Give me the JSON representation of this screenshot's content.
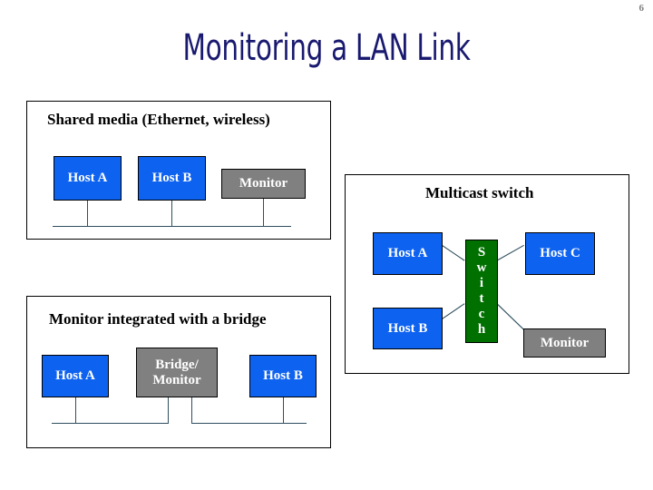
{
  "slide": {
    "page_number": "6",
    "title": "Monitoring a LAN Link",
    "title_color": "#191970",
    "background": "#ffffff"
  },
  "palette": {
    "host_box": "#0d62f0",
    "monitor_box": "#808080",
    "switch_box": "#007000",
    "wire": "#2f4f5f",
    "border": "#000000",
    "box_text": "#ffffff",
    "heading_text": "#000000",
    "page_number_text": "#808080"
  },
  "panels": [
    {
      "id": "shared-media",
      "heading": "Shared media (Ethernet, wireless)",
      "nodes": [
        {
          "label": "Host A",
          "kind": "host"
        },
        {
          "label": "Host B",
          "kind": "host"
        },
        {
          "label": "Monitor",
          "kind": "monitor"
        }
      ],
      "topology": "bus"
    },
    {
      "id": "bridge",
      "heading": "Monitor integrated with a bridge",
      "nodes": [
        {
          "label": "Host A",
          "kind": "host"
        },
        {
          "label": "Bridge/\nMonitor",
          "kind": "monitor"
        },
        {
          "label": "Host B",
          "kind": "host"
        }
      ],
      "topology": "two-bus-segments"
    },
    {
      "id": "switch",
      "heading": "Multicast switch",
      "nodes": [
        {
          "label": "Host A",
          "kind": "host"
        },
        {
          "label": "Host B",
          "kind": "host"
        },
        {
          "label": "Host C",
          "kind": "host"
        },
        {
          "label": "Monitor",
          "kind": "monitor"
        },
        {
          "label": "Switch",
          "kind": "switch",
          "orientation": "vertical-letters"
        }
      ],
      "topology": "star"
    }
  ],
  "switch_letters": [
    "S",
    "w",
    "i",
    "t",
    "c",
    "h"
  ]
}
